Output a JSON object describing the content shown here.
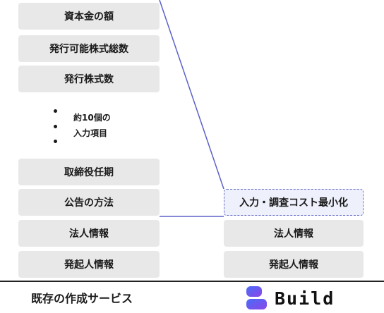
{
  "existing_service": {
    "items": [
      "資本金の額",
      "発行可能株式総数",
      "発行株式数",
      "取締役任期",
      "公告の方法",
      "法人情報",
      "発起人情報"
    ],
    "bullet_lines": [
      "約10個の",
      "入力項目"
    ],
    "caption": "既存の作成サービス"
  },
  "build_service": {
    "highlight": "入力・調査コスト最小化",
    "items": [
      "法人情報",
      "発起人情報"
    ],
    "brand": "Build"
  },
  "colors": {
    "box_fill": "#e8e8e8",
    "accent": "#5b61c9",
    "logo_blue": "#4a6cf7",
    "logo_purple": "#8b46e8"
  }
}
